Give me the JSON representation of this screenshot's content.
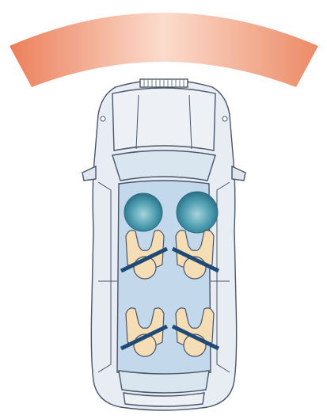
{
  "figure": {
    "elements": [
      "impact-zone-arc",
      "car-body",
      "driver-airbag",
      "passenger-airbag",
      "occupant-front-left",
      "occupant-front-right",
      "occupant-rear-left",
      "occupant-rear-right"
    ],
    "colors": {
      "arc_edge": "#ec7f5b",
      "arc_center": "#fbdccd",
      "body_fill": "#e8edf4",
      "body_stroke": "#4b5568",
      "glass": "#d9e5ef",
      "cabin_floor": "#c3d8ea",
      "airbag": "#3a8ea3",
      "occupant_skin": "#f5ddb6",
      "belt": "#1f4a78"
    }
  }
}
